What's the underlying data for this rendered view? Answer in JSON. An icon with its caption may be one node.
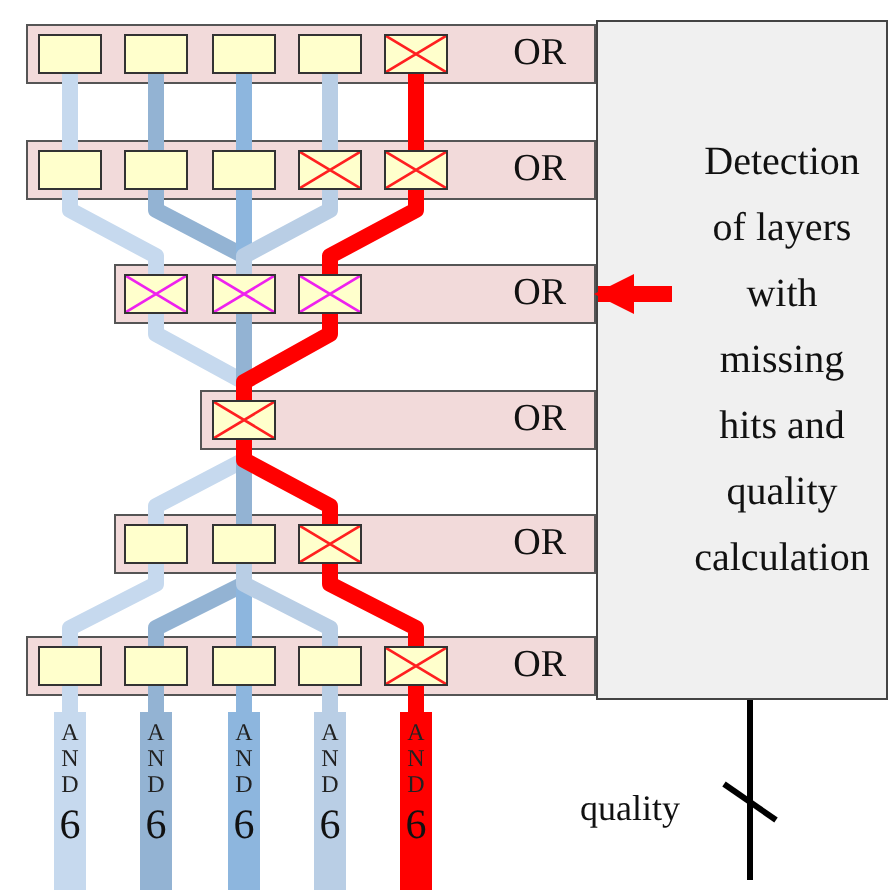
{
  "diagram": {
    "nodes": [
      {
        "text": [
          "OR"
        ]
      },
      {
        "text": [],
        "shape": "box",
        "in": 0
      },
      {
        "text": [],
        "shape": "box",
        "in": 0
      },
      {
        "text": [],
        "shape": "box",
        "in": 0
      },
      {
        "text": [],
        "shape": "box",
        "in": 0
      },
      {
        "text": [],
        "shape": "box",
        "in": 0
      },
      {
        "text": [
          "OR"
        ]
      },
      {
        "text": [],
        "shape": "box",
        "in": 6
      },
      {
        "text": [],
        "shape": "box",
        "in": 6
      },
      {
        "text": [],
        "shape": "box",
        "in": 6
      },
      {
        "text": [],
        "shape": "box",
        "in": 6
      },
      {
        "text": [],
        "shape": "box",
        "in": 6
      },
      {
        "text": [
          "OR"
        ]
      },
      {
        "text": [],
        "shape": "box",
        "in": 12
      },
      {
        "text": [],
        "shape": "box",
        "in": 12
      },
      {
        "text": [],
        "shape": "box",
        "in": 12
      },
      {
        "text": [
          "OR"
        ]
      },
      {
        "text": [],
        "shape": "box",
        "in": 16
      },
      {
        "text": [
          "OR"
        ]
      },
      {
        "text": [],
        "shape": "box",
        "in": 18
      },
      {
        "text": [],
        "shape": "box",
        "in": 18
      },
      {
        "text": [],
        "shape": "box",
        "in": 18
      },
      {
        "text": [
          "OR"
        ]
      },
      {
        "text": [],
        "shape": "box",
        "in": 22
      },
      {
        "text": [],
        "shape": "box",
        "in": 22
      },
      {
        "text": [],
        "shape": "box",
        "in": 22
      },
      {
        "text": [],
        "shape": "box",
        "in": 22
      },
      {
        "text": [],
        "shape": "box",
        "in": 22
      },
      {
        "text": [
          "Detection of layers with missing hits and quality calculation"
        ]
      },
      {
        "text": [
          "AND",
          "6"
        ]
      },
      {
        "text": [
          "AND",
          "6"
        ]
      },
      {
        "text": [
          "AND",
          "6"
        ]
      },
      {
        "text": [
          "AND",
          "6"
        ]
      },
      {
        "text": [
          "AND",
          "6"
        ]
      }
    ],
    "edges": [
      {
        "from": 1,
        "to": 7,
        "arrow": "none",
        "color": "#c6d9ee"
      },
      {
        "from": 2,
        "to": 8,
        "arrow": "none",
        "color": "#93b3d3"
      },
      {
        "from": 3,
        "to": 9,
        "arrow": "none",
        "color": "#8db6de"
      },
      {
        "from": 4,
        "to": 10,
        "arrow": "none",
        "color": "#b9cee5"
      },
      {
        "from": 5,
        "to": 11,
        "arrow": "none",
        "color": "#ff0000"
      },
      {
        "from": 7,
        "to": 13,
        "arrow": "none",
        "color": "#c6d9ee"
      },
      {
        "from": 8,
        "to": 14,
        "arrow": "none",
        "color": "#93b3d3"
      },
      {
        "from": 9,
        "to": 14,
        "arrow": "none",
        "color": "#8db6de"
      },
      {
        "from": 10,
        "to": 14,
        "arrow": "none",
        "color": "#b9cee5"
      },
      {
        "from": 11,
        "to": 15,
        "arrow": "none",
        "color": "#ff0000"
      },
      {
        "from": 13,
        "to": 17,
        "arrow": "none",
        "color": "#c6d9ee"
      },
      {
        "from": 14,
        "to": 17,
        "arrow": "none",
        "color": "#93b3d3"
      },
      {
        "from": 15,
        "to": 17,
        "arrow": "none",
        "color": "#ff0000"
      },
      {
        "from": 17,
        "to": 19,
        "arrow": "none",
        "color": "#c6d9ee"
      },
      {
        "from": 17,
        "to": 20,
        "arrow": "none",
        "color": "#93b3d3"
      },
      {
        "from": 17,
        "to": 21,
        "arrow": "none",
        "color": "#ff0000"
      },
      {
        "from": 19,
        "to": 23,
        "arrow": "none",
        "color": "#c6d9ee"
      },
      {
        "from": 20,
        "to": 24,
        "arrow": "none",
        "color": "#93b3d3"
      },
      {
        "from": 20,
        "to": 25,
        "arrow": "none",
        "color": "#8db6de"
      },
      {
        "from": 20,
        "to": 26,
        "arrow": "none",
        "color": "#b9cee5"
      },
      {
        "from": 21,
        "to": 27,
        "arrow": "none",
        "color": "#ff0000"
      },
      {
        "from": 23,
        "to": 29,
        "arrow": "none",
        "color": "#c6d9ee"
      },
      {
        "from": 24,
        "to": 30,
        "arrow": "none",
        "color": "#93b3d3"
      },
      {
        "from": 25,
        "to": 31,
        "arrow": "none",
        "color": "#8db6de"
      },
      {
        "from": 26,
        "to": 32,
        "arrow": "none",
        "color": "#b9cee5"
      },
      {
        "from": 27,
        "to": 33,
        "arrow": "none",
        "color": "#ff0000"
      },
      {
        "from": 28,
        "to": 12,
        "arrow": "to",
        "color": "#ff0000"
      },
      {
        "from": 28,
        "to": null,
        "arrow": "none",
        "color": "#000000",
        "label": "quality"
      }
    ]
  }
}
